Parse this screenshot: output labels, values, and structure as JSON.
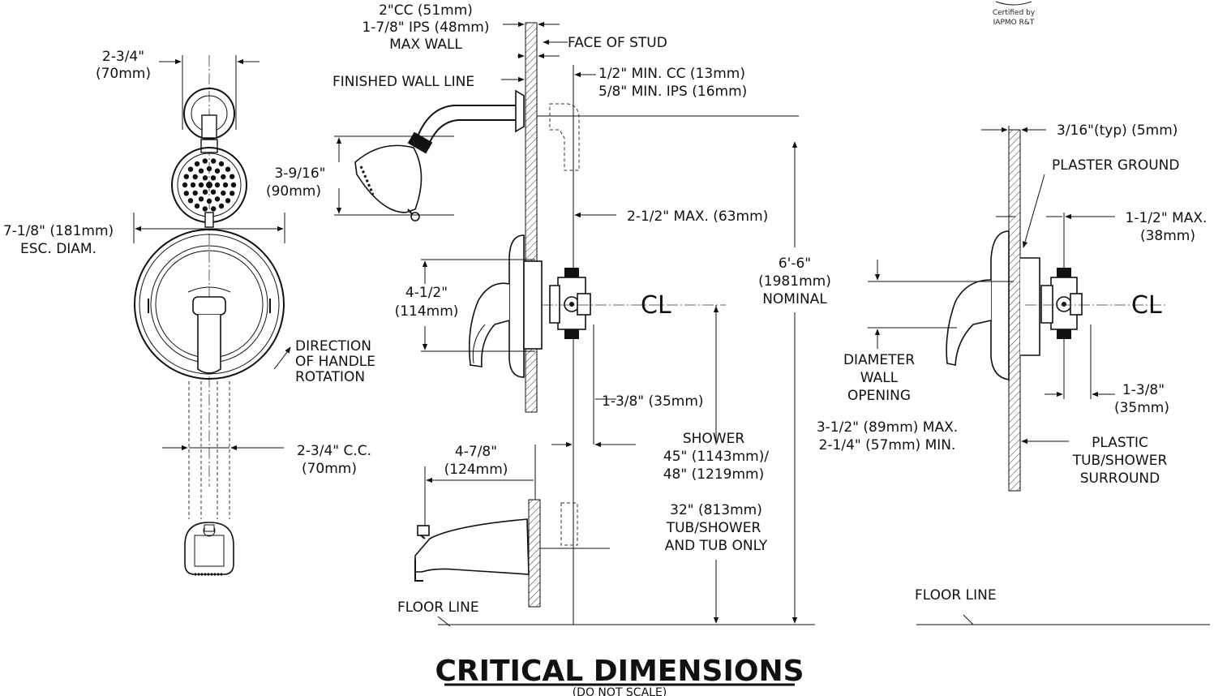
{
  "title": "CRITICAL DIMENSIONS",
  "subtitle": "(DO NOT SCALE)",
  "certification": [
    "Certified by",
    "IAPMO R&T"
  ],
  "centerline_symbol": "CL",
  "front_view": {
    "arm_width": [
      "2-3/4\"",
      "(70mm)"
    ],
    "escutcheon": [
      "7-1/8\" (181mm)",
      "ESC. DIAM."
    ],
    "handle_rotation": [
      "DIRECTION",
      "OF HANDLE",
      "ROTATION"
    ],
    "supply_cc": [
      "2-3/4\" C.C.",
      "(70mm)"
    ]
  },
  "side_view": {
    "wall_thickness": [
      "2\"CC (51mm)",
      "1-7/8\" IPS (48mm)",
      "MAX WALL"
    ],
    "face_of_stud": "FACE OF STUD",
    "finished_wall_line": "FINISHED WALL LINE",
    "min_projection": [
      "1/2\" MIN. CC (13mm)",
      "5/8\" MIN. IPS (16mm)"
    ],
    "head_drop": [
      "3-9/16\"",
      "(90mm)"
    ],
    "max_depth": "2-1/2\" MAX. (63mm)",
    "trim_height": [
      "4-1/2\"",
      "(114mm)"
    ],
    "valve_offset": "1-3/8\" (35mm)",
    "spout_projection": [
      "4-7/8\"",
      "(124mm)"
    ],
    "shower_height": [
      "SHOWER",
      "45\" (1143mm)/",
      "48\" (1219mm)"
    ],
    "tub_height": [
      "32\" (813mm)",
      "TUB/SHOWER",
      "AND TUB ONLY"
    ],
    "nominal_height": [
      "6'-6\"",
      "(1981mm)",
      "NOMINAL"
    ],
    "floor_line": "FLOOR LINE"
  },
  "section_view": {
    "plaster_gap": "3/16\"(typ) (5mm)",
    "plaster_ground": "PLASTER GROUND",
    "max_depth": [
      "1-1/2\" MAX.",
      "(38mm)"
    ],
    "wall_opening": [
      "DIAMETER",
      "WALL",
      "OPENING"
    ],
    "opening_range": [
      "3-1/2\" (89mm) MAX.",
      "2-1/4\" (57mm) MIN."
    ],
    "valve_offset": [
      "1-3/8\"",
      "(35mm)"
    ],
    "surround": [
      "PLASTIC",
      "TUB/SHOWER",
      "SURROUND"
    ],
    "floor_line": "FLOOR LINE"
  }
}
